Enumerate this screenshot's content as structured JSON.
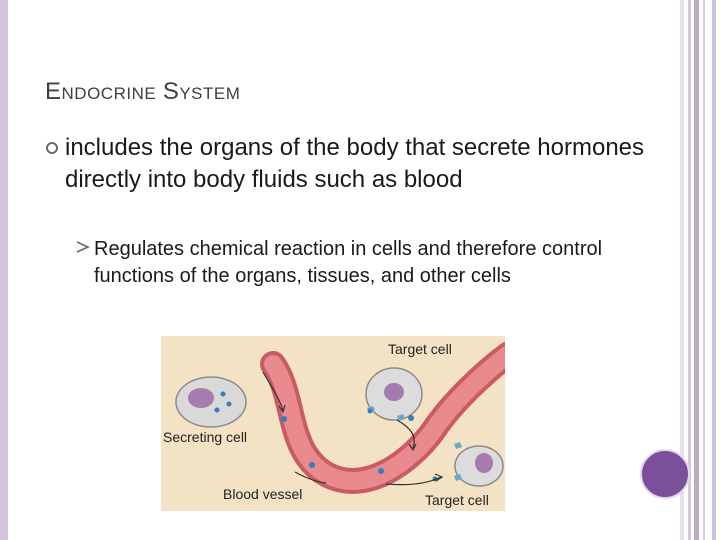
{
  "slide": {
    "title": {
      "first_cap": "E",
      "first_rest": "NDOCRINE",
      "second_cap": "S",
      "second_rest": "YSTEM"
    },
    "bullet_level1": "includes the organs of the body that secrete hormones directly into body fluids such as blood",
    "bullet_level2": "Regulates chemical reaction in cells and therefore control functions of the organs, tissues, and other cells"
  },
  "figure": {
    "labels": {
      "target_cell_top": "Target cell",
      "secreting_cell": "Secreting cell",
      "blood_vessel": "Blood vessel",
      "target_cell_bottom": "Target cell"
    }
  },
  "colors": {
    "frame": "#cfc6dc",
    "accent_circle": "#7b4f9a",
    "vessel": "#e0767b",
    "cell_fill": "#dcdcdc",
    "nucleus": "#a077a8",
    "hormone": "#2f7fc1"
  }
}
